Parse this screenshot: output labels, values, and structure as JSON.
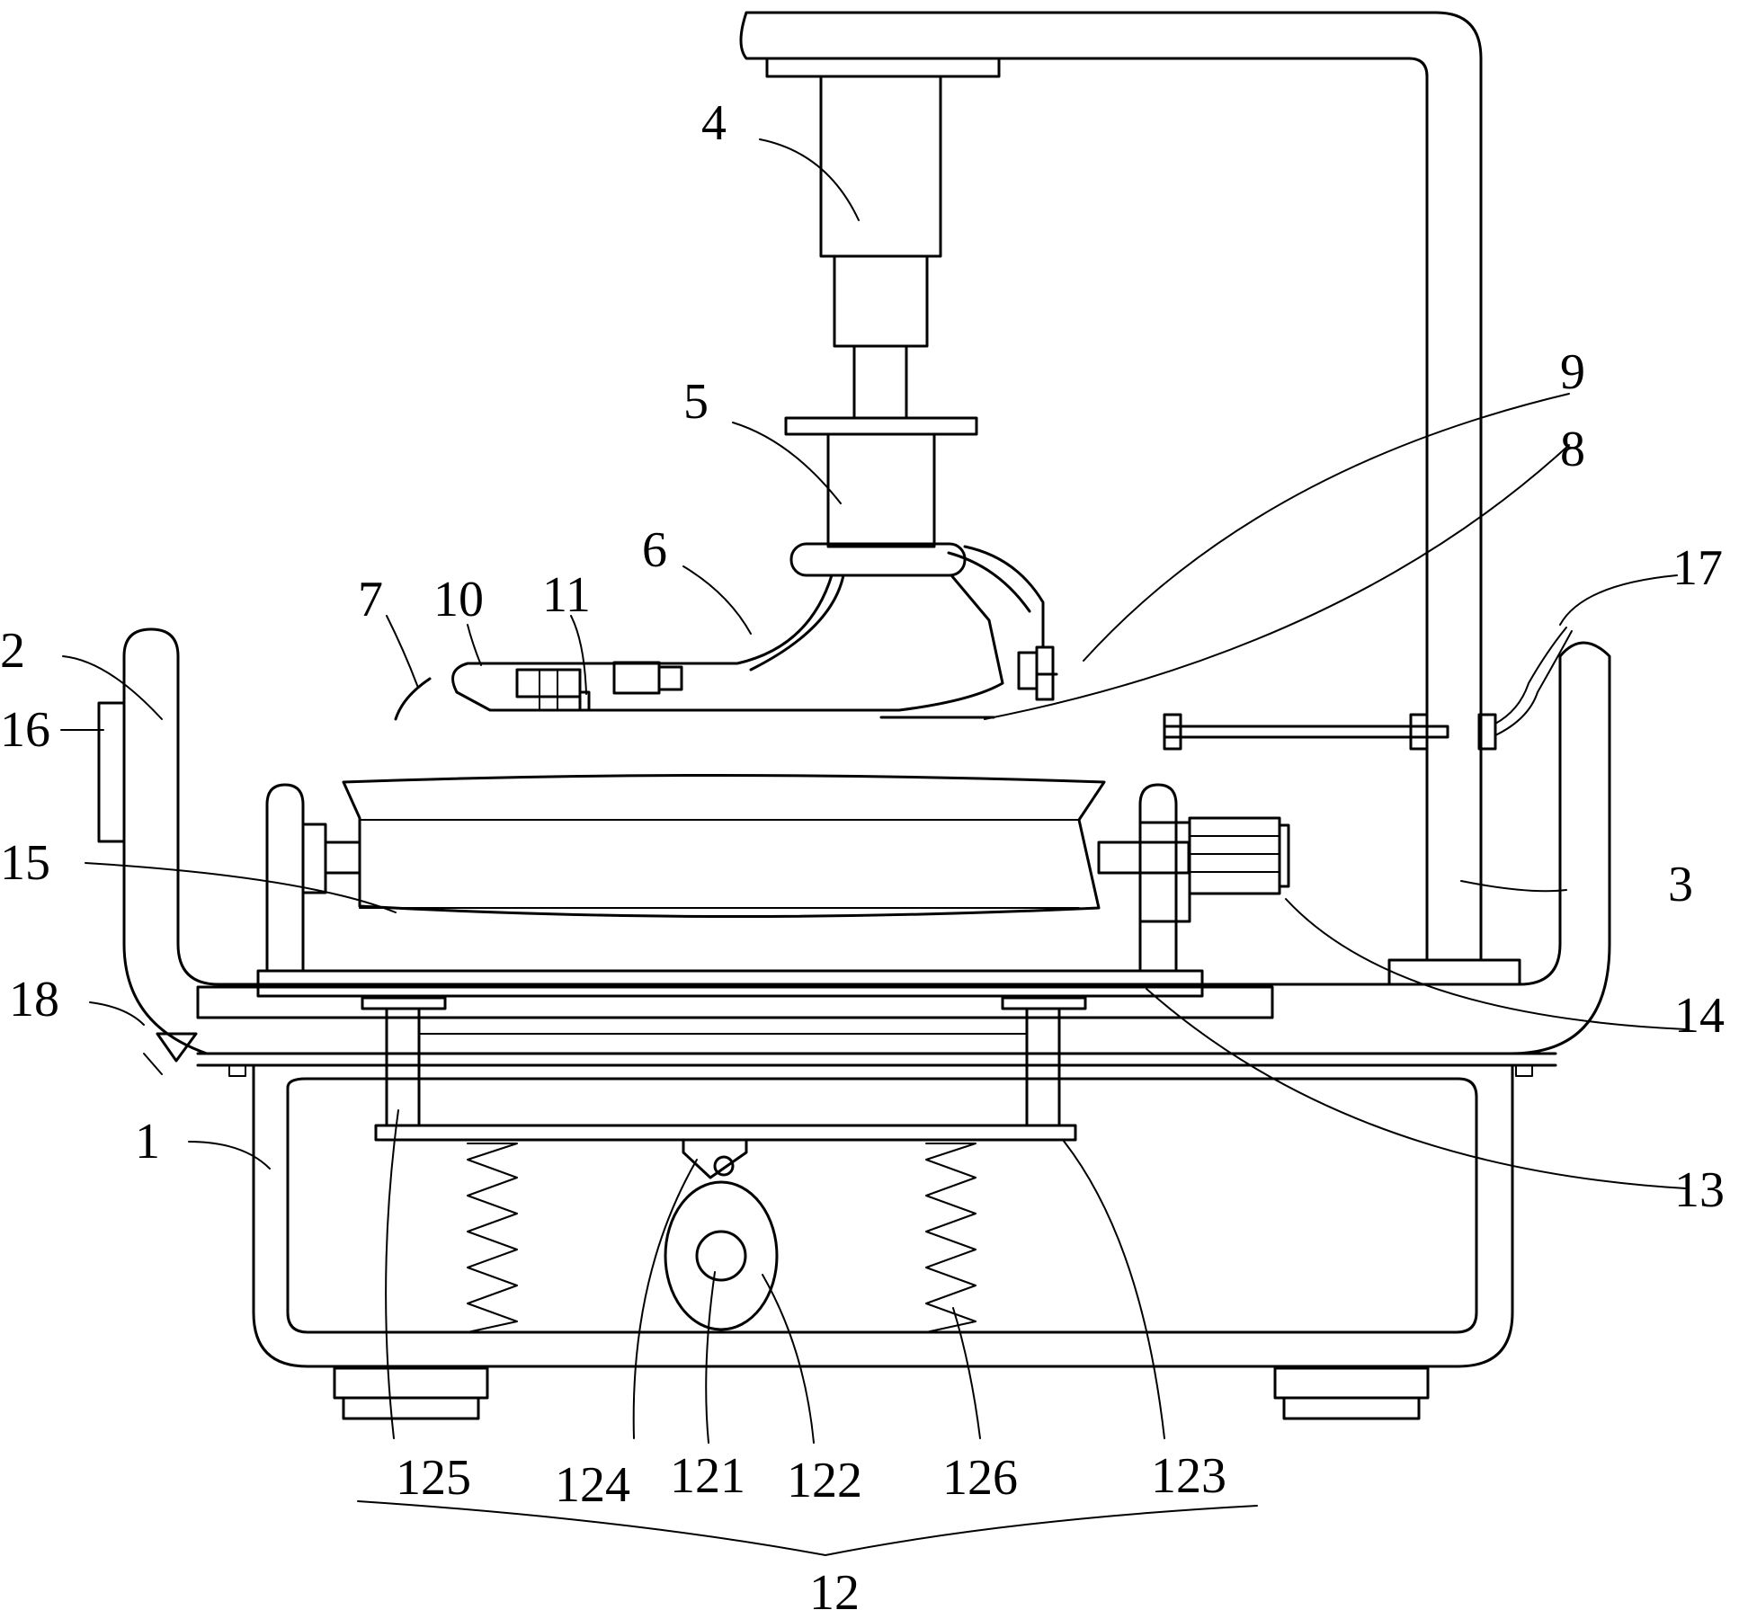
{
  "figure": {
    "labels": {
      "l1": "1",
      "l2": "2",
      "l3": "3",
      "l4": "4",
      "l5": "5",
      "l6": "6",
      "l7": "7",
      "l8": "8",
      "l9": "9",
      "l10": "10",
      "l11": "11",
      "l12": "12",
      "l13": "13",
      "l14": "14",
      "l15": "15",
      "l16": "16",
      "l17": "17",
      "l18": "18",
      "l121": "121",
      "l122": "122",
      "l123": "123",
      "l124": "124",
      "l125": "125",
      "l126": "126"
    }
  }
}
